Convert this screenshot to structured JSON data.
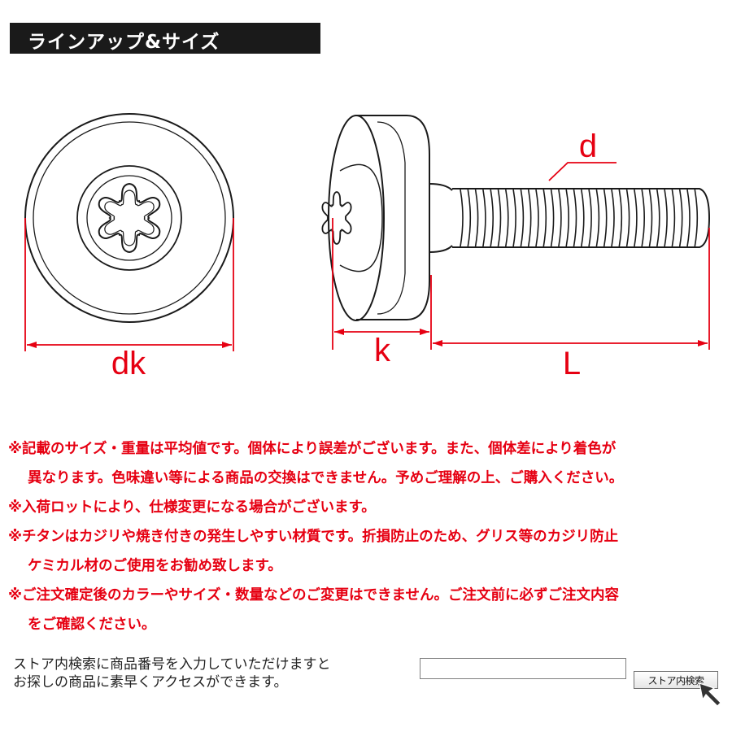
{
  "header": {
    "title": "ラインアップ&サイズ"
  },
  "dimensions": {
    "dk": "dk",
    "d": "d",
    "k": "k",
    "L": "L"
  },
  "colors": {
    "accent": "#e60012",
    "line": "#1a1a1a",
    "header_bg": "#1a1a1a"
  },
  "notes": [
    {
      "lines": [
        "※記載のサイズ・重量は平均値です。個体により誤差がございます。また、個体差により着色が",
        "異なります。色味違い等による商品の交換はできません。予めご理解の上、ご購入ください。"
      ]
    },
    {
      "lines": [
        "※入荷ロットにより、仕様変更になる場合がございます。"
      ]
    },
    {
      "lines": [
        "※チタンはカジリや焼き付きの発生しやすい材質です。折損防止のため、グリス等のカジリ防止",
        "ケミカル材のご使用をお勧め致します。"
      ]
    },
    {
      "lines": [
        "※ご注文確定後のカラーやサイズ・数量などのご変更はできません。ご注文前に必ずご注文内容",
        "をご確認ください。"
      ]
    }
  ],
  "search": {
    "line1": "ストア内検索に商品番号を入力していただけますと",
    "line2": "お探しの商品に素早くアクセスができます。",
    "input_value": "",
    "button_label": "ストア内検索",
    "cursor_icon": "cursor-arrow-icon"
  }
}
